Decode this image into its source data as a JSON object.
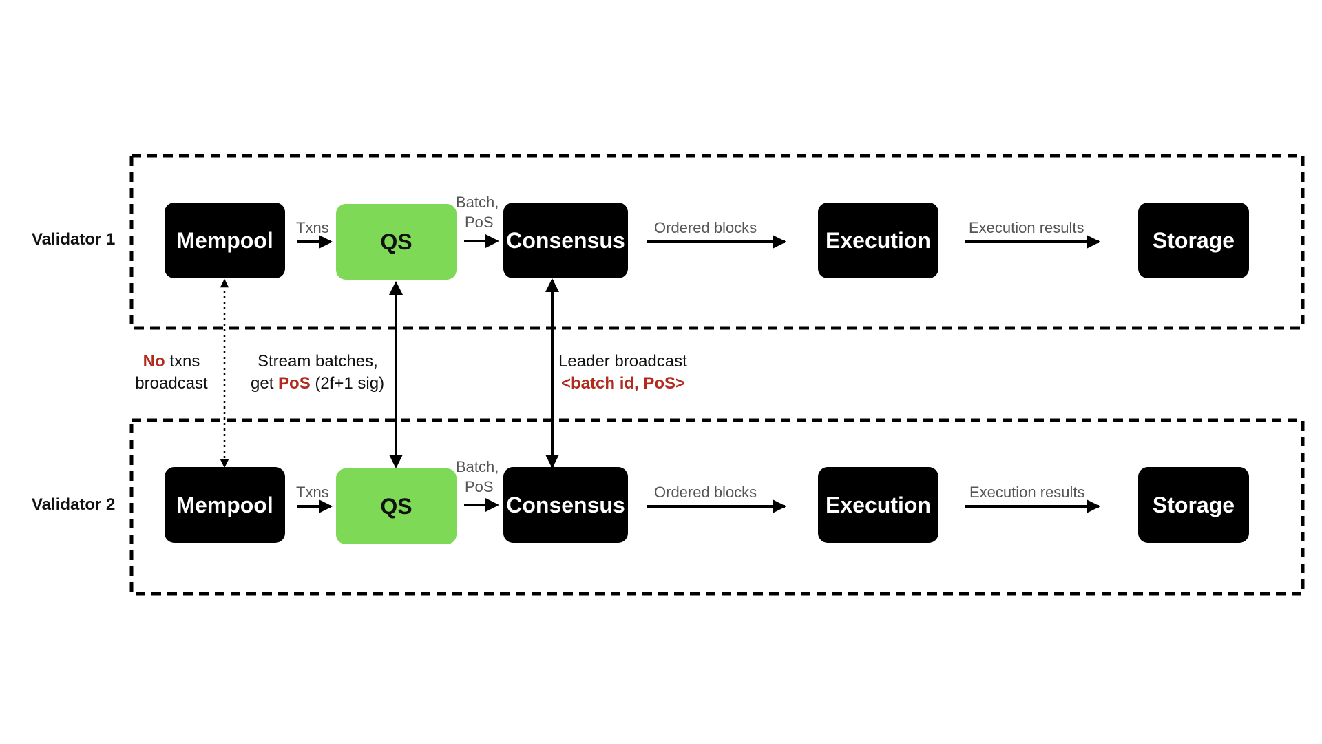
{
  "validators": [
    {
      "label": "Validator 1",
      "components": {
        "mempool": "Mempool",
        "qs": "QS",
        "consensus": "Consensus",
        "execution": "Execution",
        "storage": "Storage"
      },
      "edges": {
        "txns": "Txns",
        "batch_line1": "Batch,",
        "batch_line2": "PoS",
        "ordered_blocks": "Ordered blocks",
        "execution_results": "Execution results"
      }
    },
    {
      "label": "Validator 2",
      "components": {
        "mempool": "Mempool",
        "qs": "QS",
        "consensus": "Consensus",
        "execution": "Execution",
        "storage": "Storage"
      },
      "edges": {
        "txns": "Txns",
        "batch_line1": "Batch,",
        "batch_line2": "PoS",
        "ordered_blocks": "Ordered blocks",
        "execution_results": "Execution results"
      }
    }
  ],
  "cross_links": {
    "mempool": {
      "line1_emphasis": "No",
      "line1_rest": " txns",
      "line2": "broadcast"
    },
    "qs": {
      "line1": "Stream batches,",
      "line2_prefix": "get ",
      "line2_emphasis": "PoS",
      "line2_suffix": " (2f+1 sig)"
    },
    "consensus": {
      "line1": "Leader broadcast",
      "line2_emphasis": "<batch id, PoS>"
    }
  },
  "colors": {
    "component_fill": "#000000",
    "qs_fill": "#7ed957",
    "emphasis_text": "#b22a1e",
    "edge_label_text": "#555555"
  }
}
